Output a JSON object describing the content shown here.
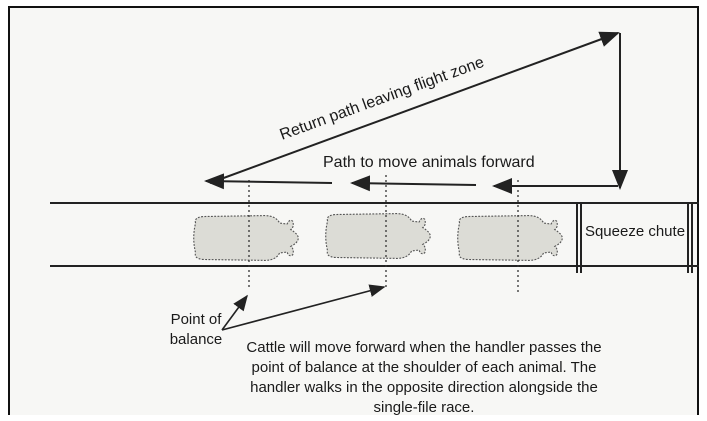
{
  "labels": {
    "return_path": "Return path leaving flight zone",
    "forward_path": "Path to move animals forward",
    "point_of_balance": "Point of balance",
    "chute": "Squeeze chute",
    "caption": "Cattle will move forward when the handler passes the point of balance at the shoulder of each animal. The handler walks in the opposite direction alongside the single-file race."
  }
}
